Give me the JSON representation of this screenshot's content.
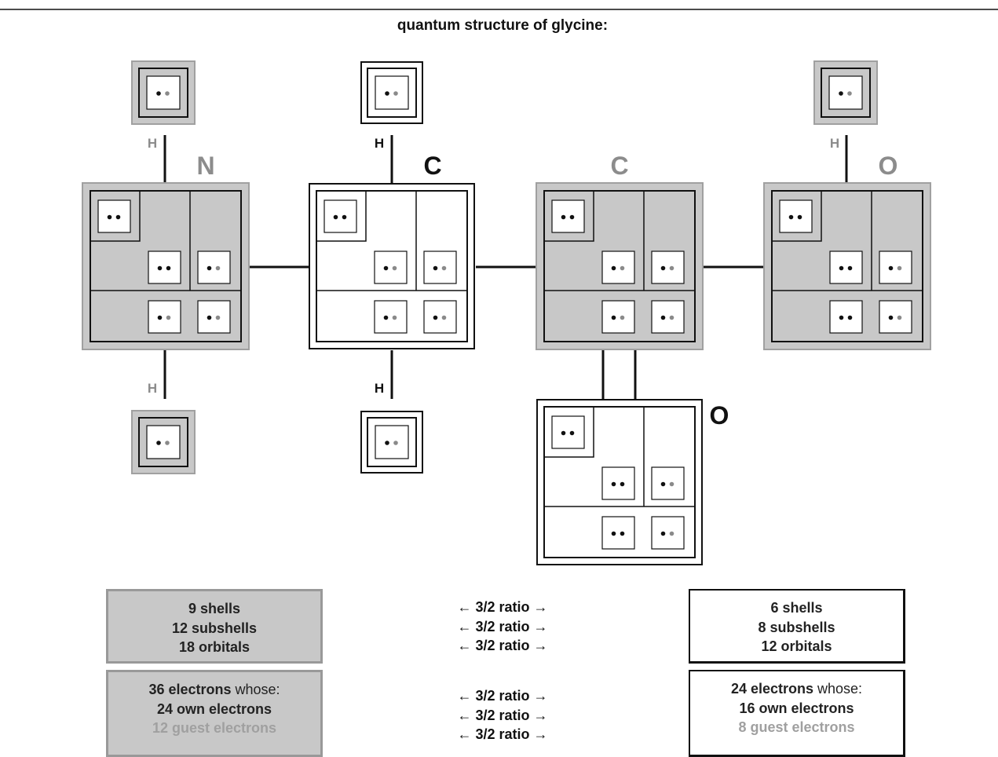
{
  "title": "quantum structure of glycine:",
  "atoms": [
    {
      "id": "N",
      "label": "N",
      "style": "gray"
    },
    {
      "id": "C1",
      "label": "C",
      "style": "white"
    },
    {
      "id": "C2",
      "label": "C",
      "style": "gray"
    },
    {
      "id": "O1",
      "label": "O",
      "style": "gray"
    },
    {
      "id": "O2",
      "label": "O",
      "style": "white"
    }
  ],
  "hydrogens": [
    {
      "id": "H1",
      "label": "H",
      "style": "gray"
    },
    {
      "id": "H2",
      "label": "H",
      "style": "gray"
    },
    {
      "id": "H3",
      "label": "H",
      "style": "white"
    },
    {
      "id": "H4",
      "label": "H",
      "style": "white"
    },
    {
      "id": "H5",
      "label": "H",
      "style": "gray"
    }
  ],
  "summary": {
    "left_structure": [
      "9 shells",
      "12 subshells",
      "18 orbitals"
    ],
    "right_structure": [
      "6 shells",
      "8 subshells",
      "12 orbitals"
    ],
    "ratio_label": "3/2 ratio",
    "left_electrons": {
      "count": "36 electrons",
      "whose": "whose:",
      "own": "24 own electrons",
      "guest": "12 guest electrons"
    },
    "right_electrons": {
      "count": "24 electrons",
      "whose": "whose:",
      "own": "16 own electrons",
      "guest": "8 guest electrons"
    }
  },
  "colors": {
    "gray_fill": "#c8c8c8",
    "gray_border": "#a0a0a0",
    "own_electron": "#111111",
    "guest_electron": "#8a8a8a",
    "line": "#111111",
    "gray_label": "#8c8c8c"
  }
}
